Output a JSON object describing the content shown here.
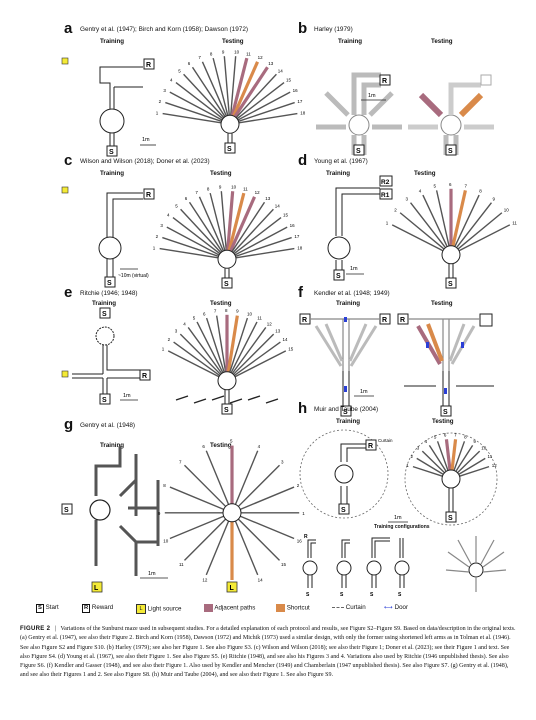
{
  "panels": {
    "a": {
      "letter": "a",
      "title": "Gentry et al. (1947); Birch and Korn (1958); Dawson (1972)",
      "training": "Training",
      "testing": "Testing",
      "scale": "1m"
    },
    "b": {
      "letter": "b",
      "title": "Harley (1979)",
      "training": "Training",
      "testing": "Testing",
      "scale": "1m"
    },
    "c": {
      "letter": "c",
      "title": "Wilson and Wilson (2018); Doner et al. (2023)",
      "training": "Training",
      "testing": "Testing",
      "scale": "~10m (virtual)"
    },
    "d": {
      "letter": "d",
      "title": "Young et al. (1967)",
      "training": "Training",
      "testing": "Testing",
      "scale": "1m",
      "r2": "R2",
      "r1": "R1"
    },
    "e": {
      "letter": "e",
      "title": "Ritchie (1946; 1948)",
      "training": "Training",
      "testing": "Testing",
      "scale": "1m"
    },
    "f": {
      "letter": "f",
      "title": "Kendler et al. (1948; 1949)",
      "training": "Training",
      "testing": "Testing",
      "scale": "1m"
    },
    "g": {
      "letter": "g",
      "title": "Gentry et al. (1948)",
      "training": "Training",
      "testing": "Testing",
      "scale": "1m"
    },
    "h": {
      "letter": "h",
      "title": "Muir and Taube (2004)",
      "training": "Training",
      "testing": "Testing",
      "scale": "1m",
      "configs": "Training configurations",
      "curtain": "Curtain"
    }
  },
  "symbols": {
    "s": "S",
    "r": "R",
    "l": "L"
  },
  "legend": {
    "start": "Start",
    "reward": "Reward",
    "light": "Light source",
    "adjacent": "Adjacent paths",
    "shortcut": "Shortcut",
    "curtain": "Curtain",
    "door": "Door"
  },
  "colors": {
    "adjacent": "#a86b7e",
    "shortcut": "#d98a4a",
    "light": "#f4ea36",
    "door": "#2b3fd6",
    "line": "#222222"
  },
  "caption": {
    "label": "FIGURE 2",
    "sep": "|",
    "text": "Variations of the Sunburst maze used in subsequent studies. For a detailed explanation of each protocol and results, see Figure S2–Figure S9. Based on data/description in the original texts. (a) Gentry et al. (1947), see also their Figure 2. Birch and Korn (1958), Dawson (1972) and Michik (1973) used a similar design, with only the former using shortened left arms as in Tolman et al. (1946). See also Figure S2 and Figure S10. (b) Harley (1979); see also her Figure 1. See also Figure S3. (c) Wilson and Wilson (2018); see also their Figure 1; Doner et al. (2023); see their Figure 1 and text. See also Figure S4. (d) Young et al. (1967), see also their Figure 1. See also Figure S5. (e) Ritchie (1948), and see also his Figures 3 and 4. Variations also used by Ritchie (1946 unpublished thesis). See also Figure S6. (f) Kendler and Gasser (1948), and see also their Figure 1. Also used by Kendler and Mencher (1949) and Chamberlain (1947 unpublished thesis). See also Figure S7. (g) Gentry et al. (1948), and see also their Figures 1 and 2. See also Figure S8. (h) Muir and Taube (2004), and see also their Figure 1. See also Figure S9."
  }
}
